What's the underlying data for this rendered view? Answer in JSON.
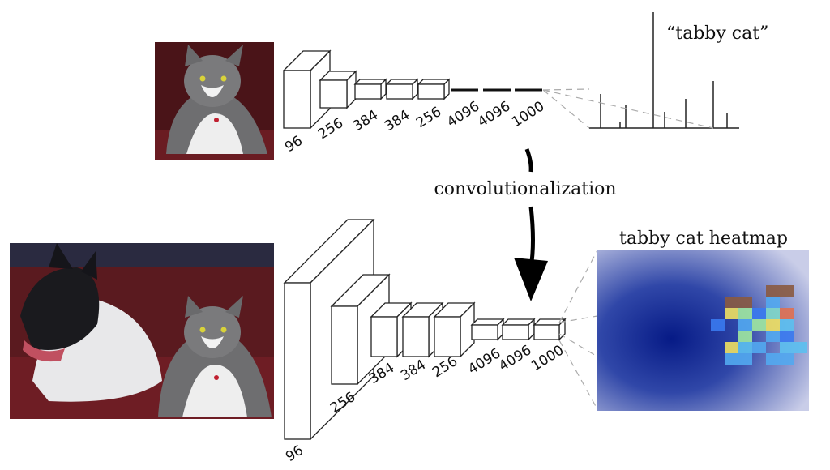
{
  "top_network": {
    "layers": [
      "96",
      "256",
      "384",
      "384",
      "256",
      "4096",
      "4096",
      "1000"
    ],
    "output_label": "“tabby cat”"
  },
  "transition_label": "convolutionalization",
  "bottom_network": {
    "layers": [
      "96",
      "256",
      "384",
      "384",
      "256",
      "4096",
      "4096",
      "1000"
    ],
    "output_label": "tabby cat heatmap"
  },
  "colors": {
    "heatmap_base": "#0a1e8c",
    "photo_bg": "#5a1a1f"
  }
}
